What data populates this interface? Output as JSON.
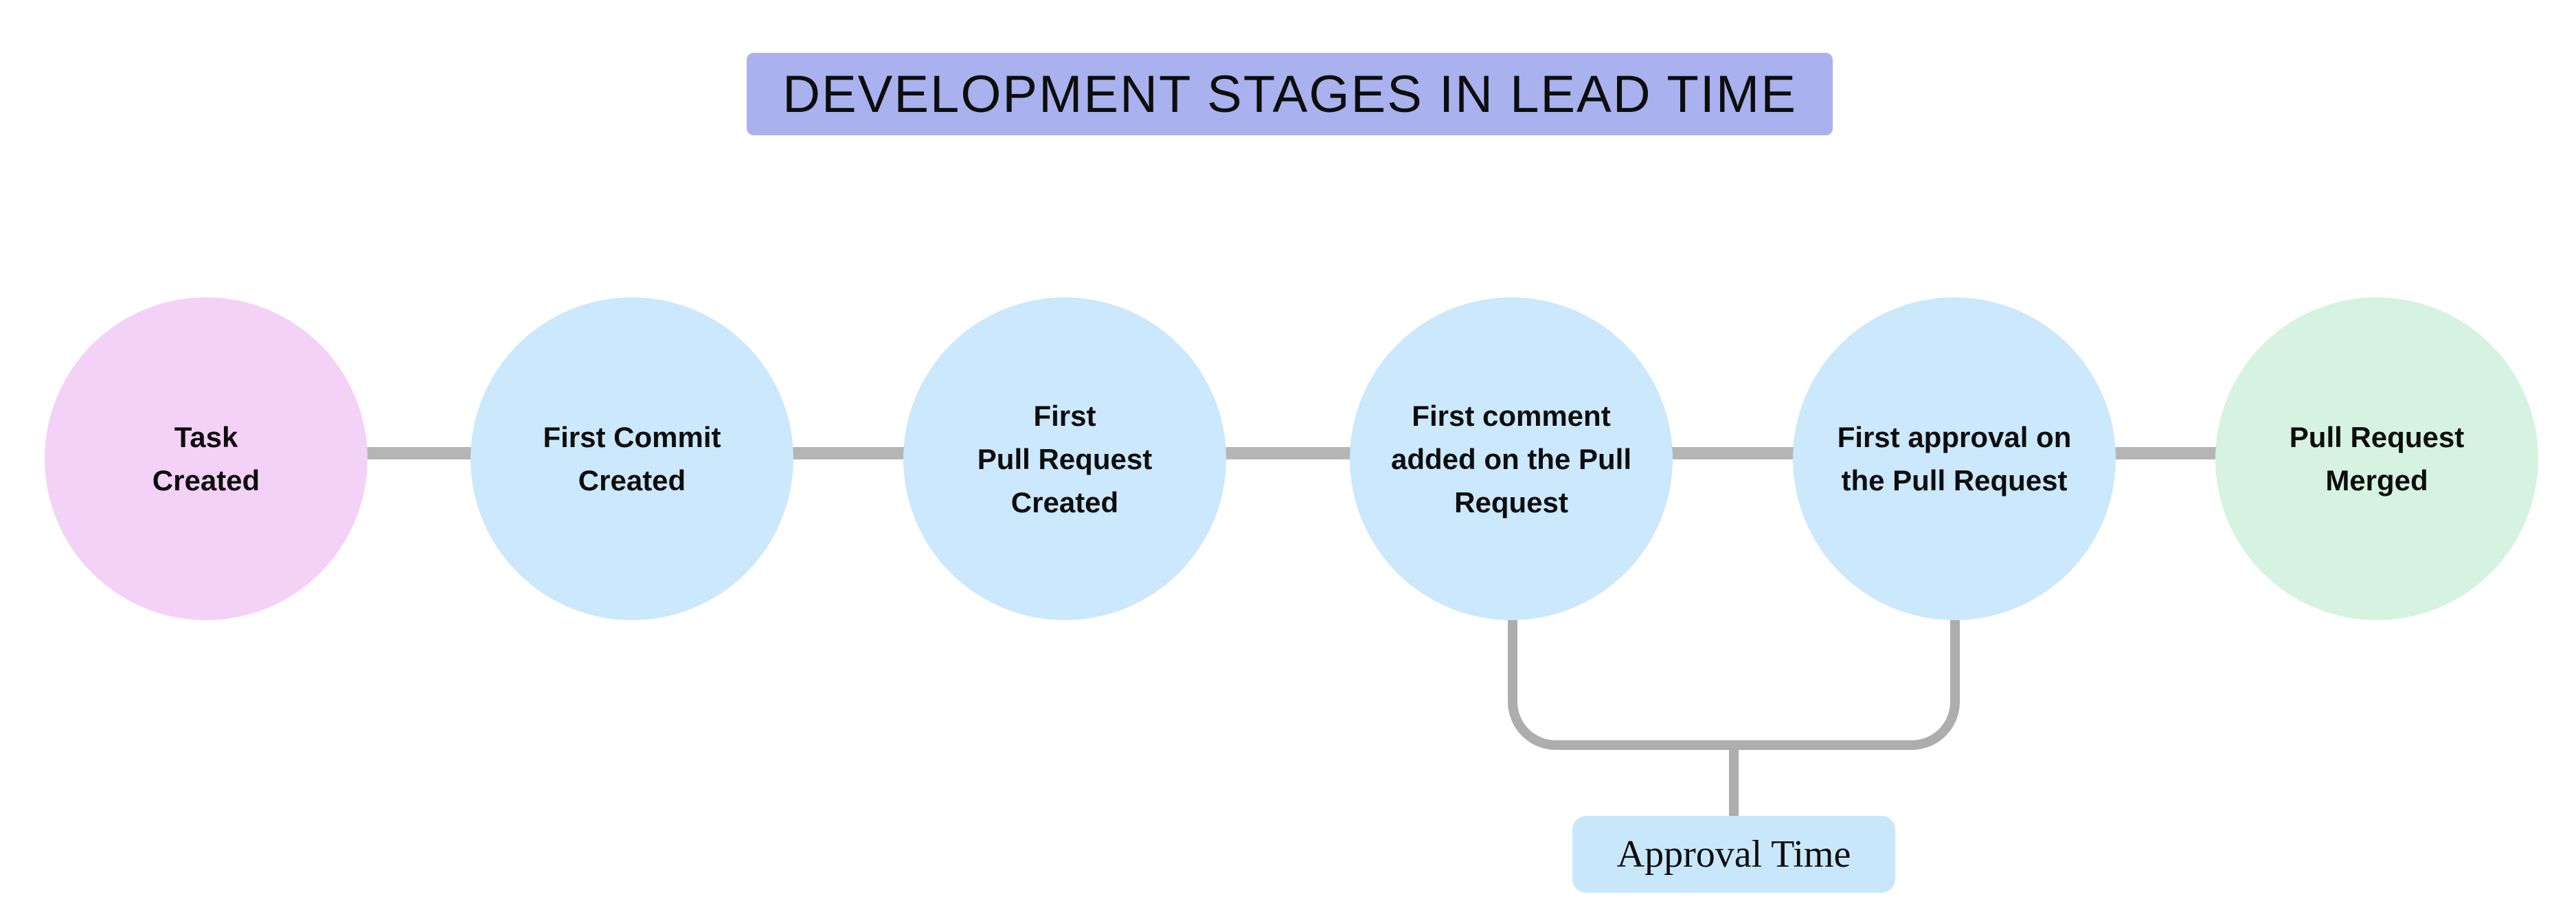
{
  "title": {
    "label": "DEVELOPMENT STAGES IN LEAD TIME"
  },
  "stages": [
    {
      "name": "task-created",
      "lines": [
        "Task",
        "Created"
      ],
      "fill": "#f4d1f7"
    },
    {
      "name": "first-commit-created",
      "lines": [
        "First Commit",
        "Created"
      ],
      "fill": "#cbe8fc"
    },
    {
      "name": "first-pull-request-created",
      "lines": [
        "First",
        "Pull Request",
        "Created"
      ],
      "fill": "#cbe8fc"
    },
    {
      "name": "first-comment-added",
      "lines": [
        "First comment",
        "added on the Pull",
        "Request"
      ],
      "fill": "#cbe8fc"
    },
    {
      "name": "first-approval",
      "lines": [
        "First approval on",
        "the Pull Request"
      ],
      "fill": "#cbe8fc"
    },
    {
      "name": "pull-request-merged",
      "lines": [
        "Pull Request",
        "Merged"
      ],
      "fill": "#d5f3e0"
    }
  ],
  "annotation": {
    "label": "Approval Time",
    "fill": "#c8e7fb"
  },
  "colors": {
    "title_bg": "#a9b2ee",
    "connector": "#b5b5b5",
    "bracket": "#adadad",
    "text": "#0d0d0d"
  }
}
